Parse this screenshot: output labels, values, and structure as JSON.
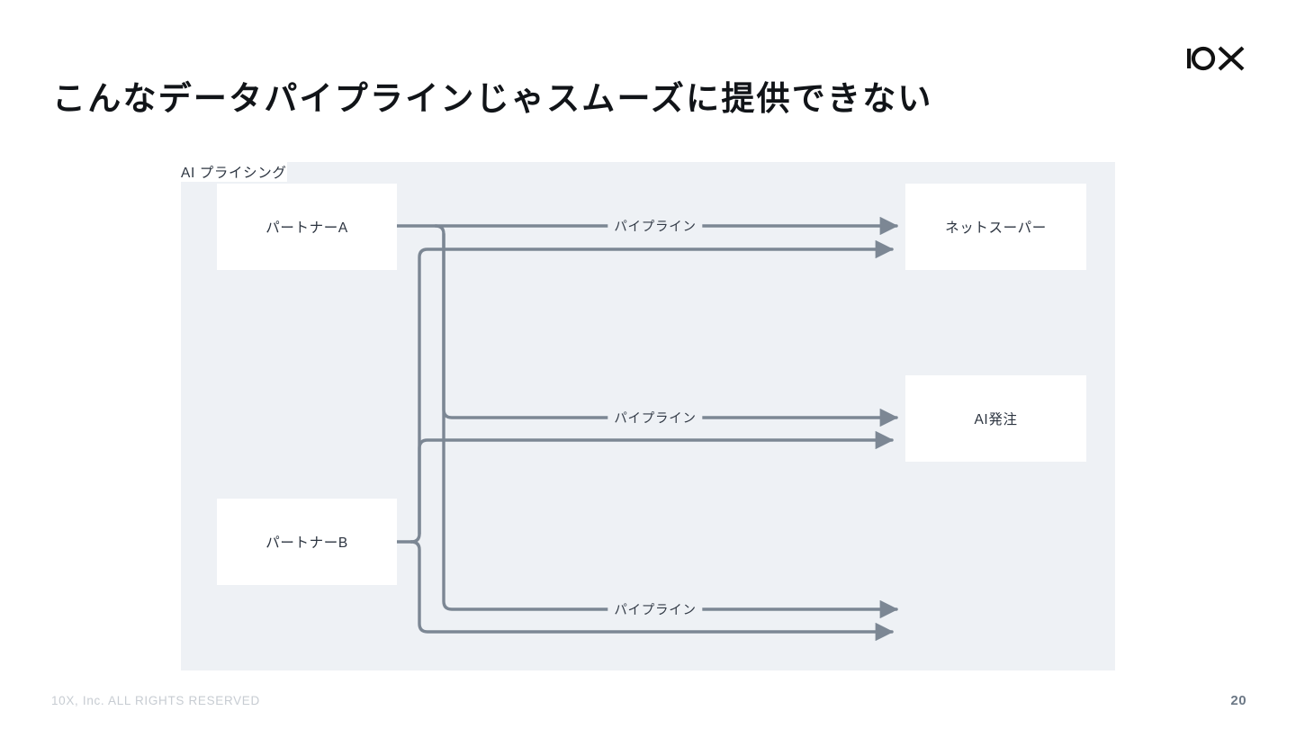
{
  "slide": {
    "title": "こんなデータパイプラインじゃスムーズに提供できない",
    "page_number": "20",
    "copyright": "10X, Inc. ALL RIGHTS RESERVED",
    "logo_name": "10X"
  },
  "colors": {
    "panel_background": "#eef1f5",
    "node_background": "#ffffff",
    "connector": "#7c8794",
    "title_text": "#111418",
    "node_text": "#2c3440",
    "footer_text": "#c7ccd2",
    "page_number_text": "#6b7785"
  },
  "diagram": {
    "source_nodes": [
      {
        "id": "partner-a",
        "label": "パートナーA"
      },
      {
        "id": "partner-b",
        "label": "パートナーB"
      }
    ],
    "target_nodes": [
      {
        "id": "netsuper",
        "label": "ネットスーパー"
      },
      {
        "id": "ai-order",
        "label": "AI発注"
      },
      {
        "id": "ai-pricing",
        "label": "AI プライシング"
      }
    ],
    "edge_labels": [
      {
        "id": "pipeline-netsuper",
        "label": "パイプライン"
      },
      {
        "id": "pipeline-ai-order",
        "label": "パイプライン"
      },
      {
        "id": "pipeline-ai-pricing",
        "label": "パイプライン"
      }
    ],
    "connections": [
      {
        "from": "partner-a",
        "to": "netsuper"
      },
      {
        "from": "partner-a",
        "to": "ai-order"
      },
      {
        "from": "partner-a",
        "to": "ai-pricing"
      },
      {
        "from": "partner-b",
        "to": "netsuper"
      },
      {
        "from": "partner-b",
        "to": "ai-order"
      },
      {
        "from": "partner-b",
        "to": "ai-pricing"
      }
    ]
  }
}
